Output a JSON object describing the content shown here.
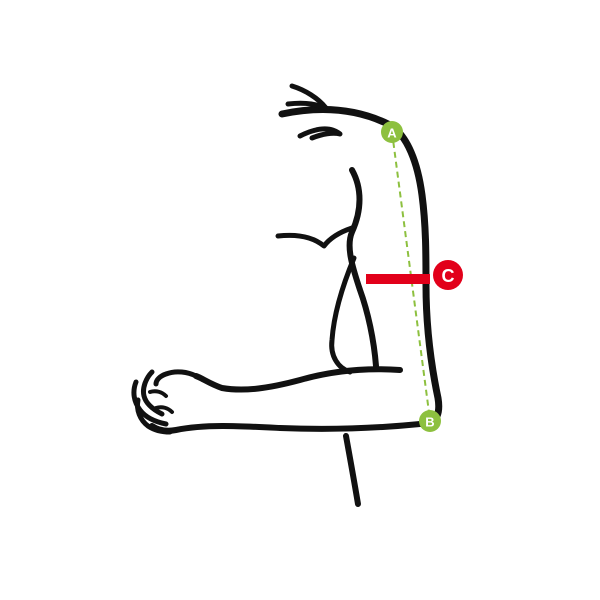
{
  "diagram": {
    "markers": {
      "a": {
        "label": "A",
        "color": "#8dc03f"
      },
      "b": {
        "label": "B",
        "color": "#8dc03f"
      },
      "c": {
        "label": "C",
        "color": "#e2001a"
      }
    },
    "measurement_line_color": "#8dc03f",
    "circumference_band_color": "#e2001a",
    "outline_color": "#111111",
    "icons": [
      "arm-outline-icon"
    ]
  }
}
